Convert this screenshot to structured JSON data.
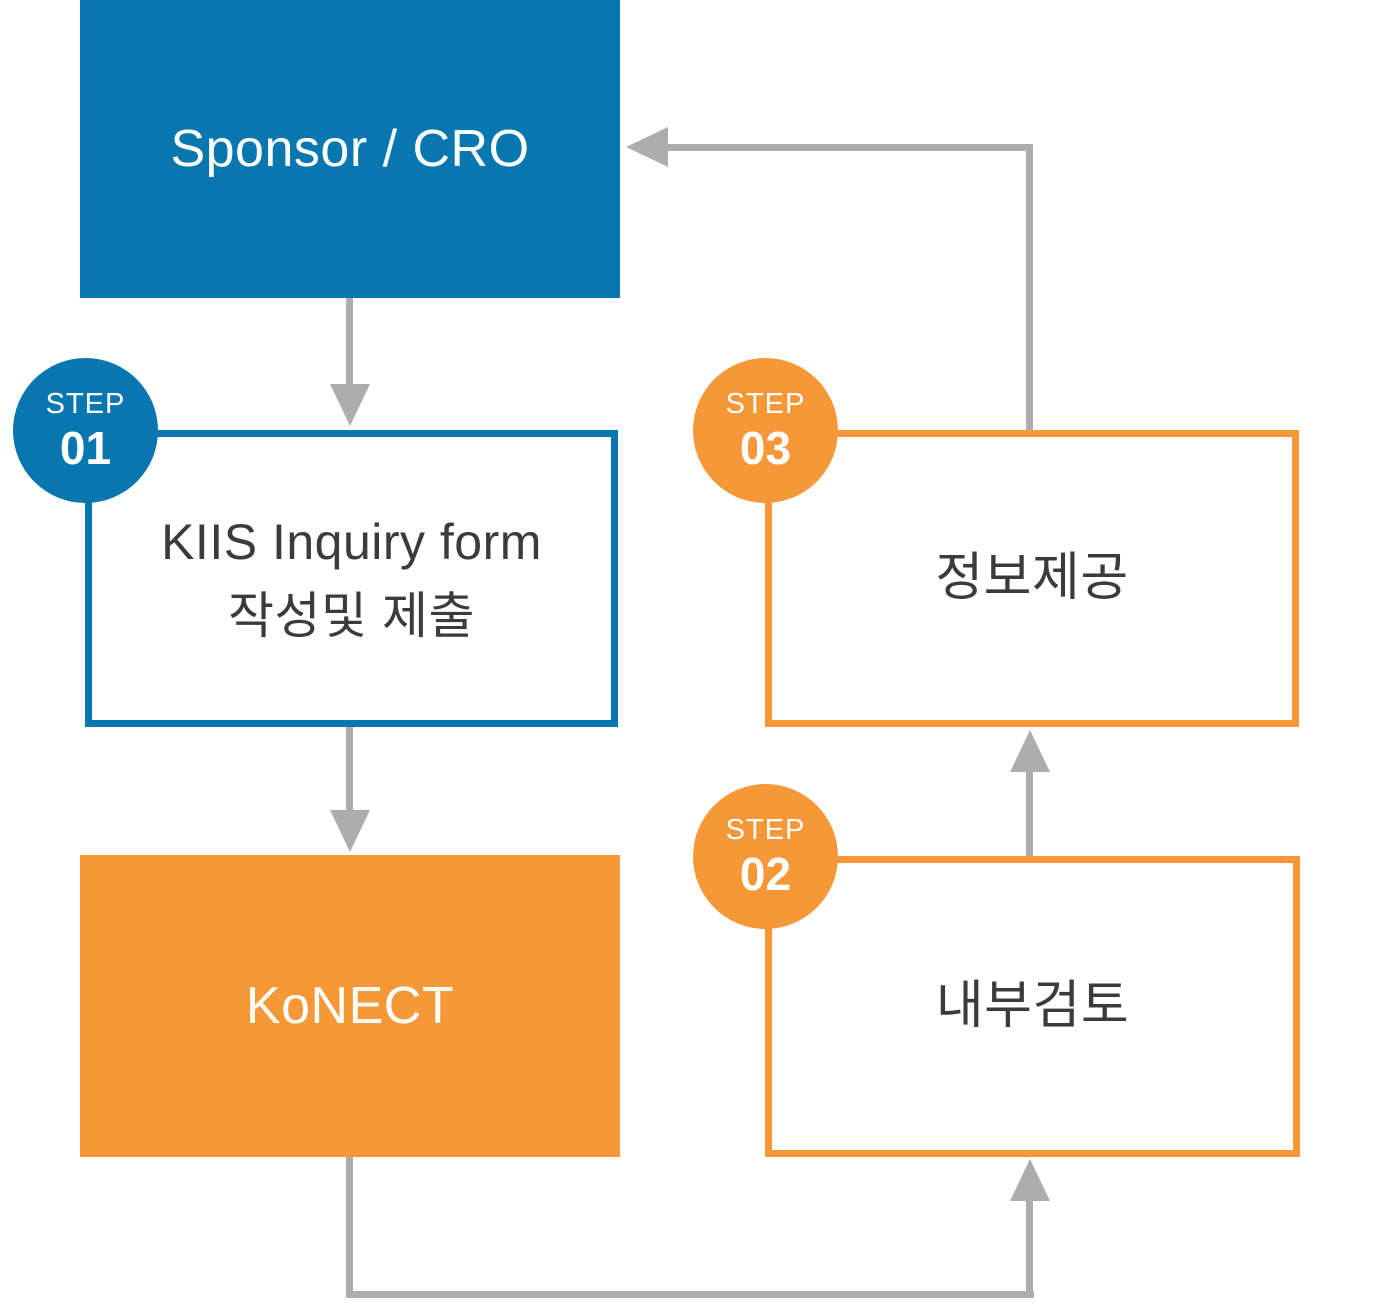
{
  "colors": {
    "blue": "#0877B0",
    "orange": "#F79838",
    "gray": "#ADADAD",
    "text_dark": "#3B3B3B",
    "white": "#FFFFFF"
  },
  "nodes": {
    "sponsor": {
      "label": "Sponsor / CRO"
    },
    "konect": {
      "label": "KoNECT"
    },
    "step1": {
      "badge_word": "STEP",
      "badge_number": "01",
      "line1": "KIIS Inquiry form",
      "line2": "작성및 제출"
    },
    "step2": {
      "badge_word": "STEP",
      "badge_number": "02",
      "label": "내부검토"
    },
    "step3": {
      "badge_word": "STEP",
      "badge_number": "03",
      "label": "정보제공"
    }
  }
}
